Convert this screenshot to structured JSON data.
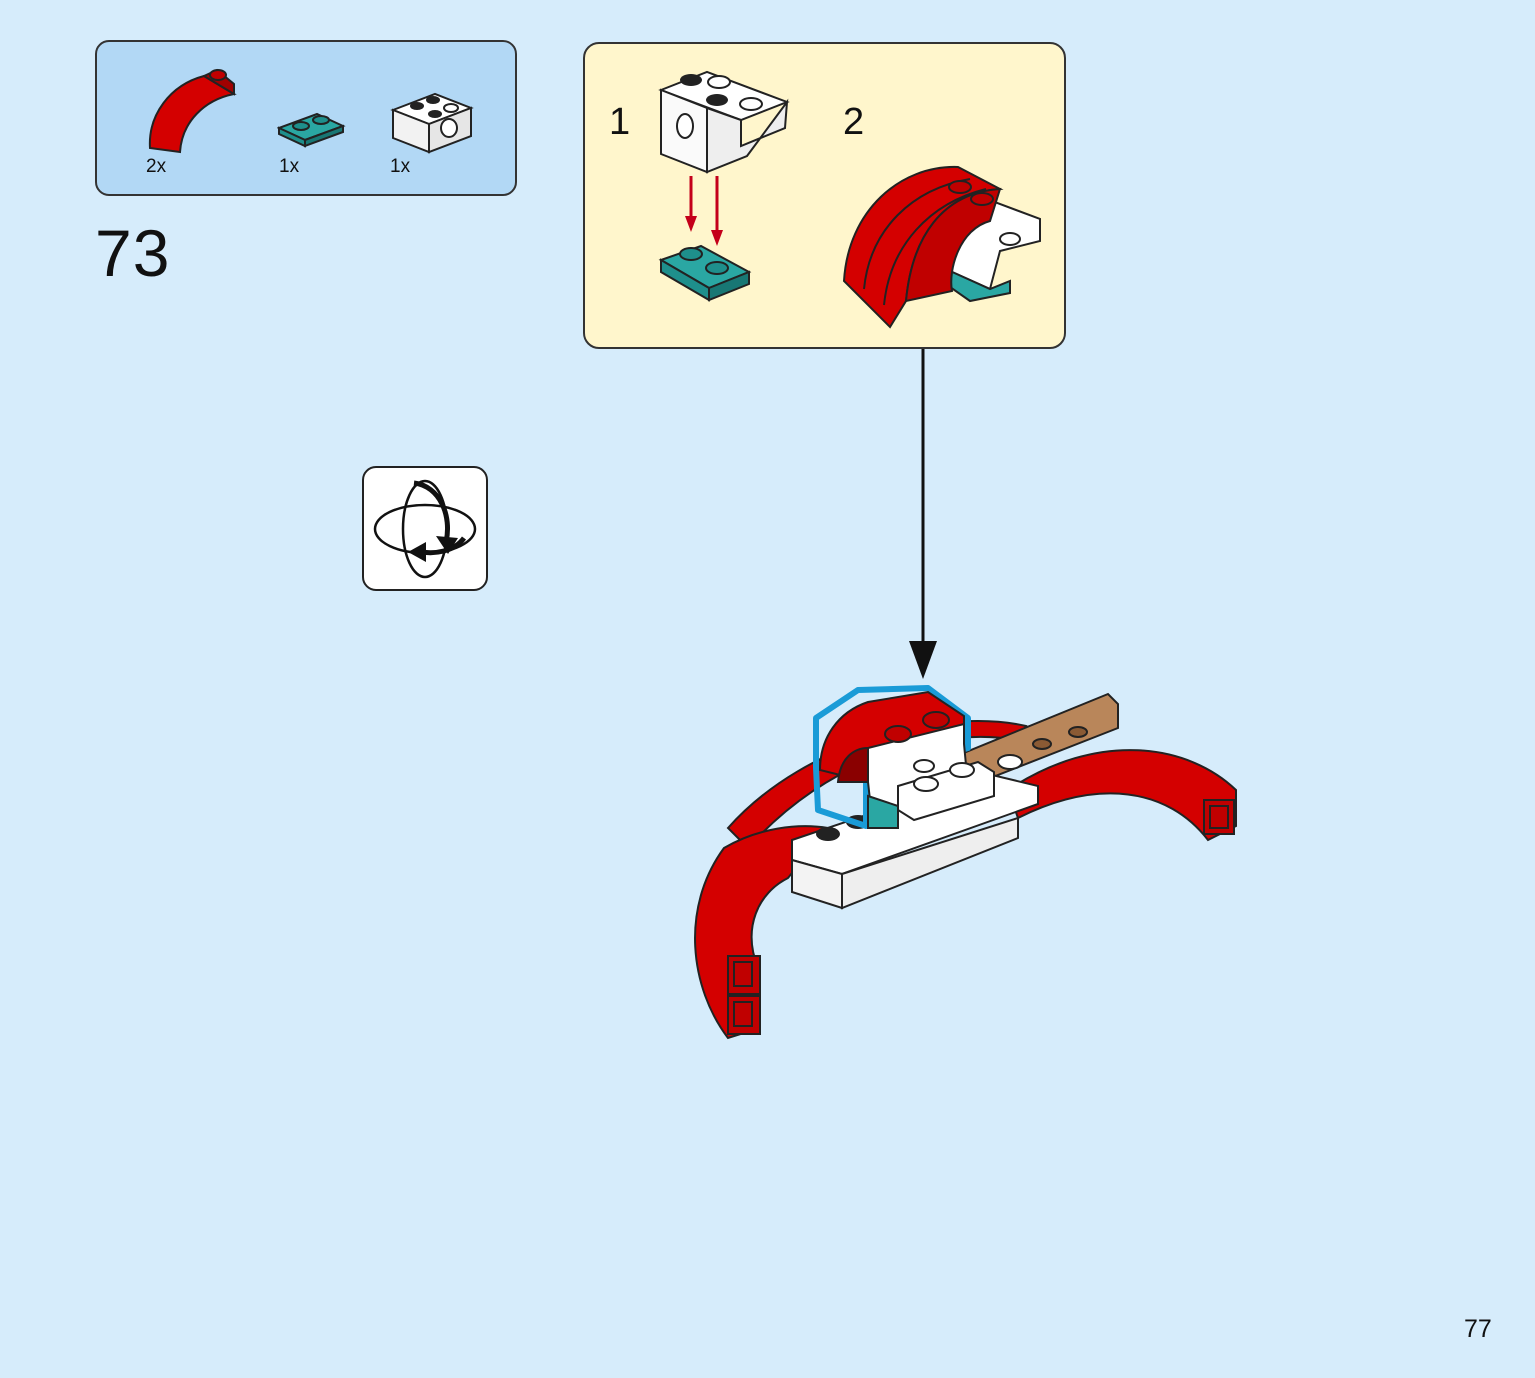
{
  "parts_list": [
    {
      "part": "red curved slope",
      "qty": "2x",
      "color": "#d40000"
    },
    {
      "part": "teal plate 1x2",
      "qty": "1x",
      "color": "#1e8f8c"
    },
    {
      "part": "white brick with hole",
      "qty": "1x",
      "color": "#ffffff"
    }
  ],
  "step": {
    "number": "73"
  },
  "sub_steps": {
    "one_label": "1",
    "two_label": "2"
  },
  "rotate_icon": "rotate-model-icon",
  "page": {
    "number": "77"
  },
  "colors": {
    "page_bg": "#d6ecfb",
    "parts_bg": "#b2d8f5",
    "substep_bg": "#fff6cc",
    "red": "#d40000",
    "teal": "#1e8f8c",
    "highlight": "#1a9bd7",
    "brown": "#b9865a"
  }
}
